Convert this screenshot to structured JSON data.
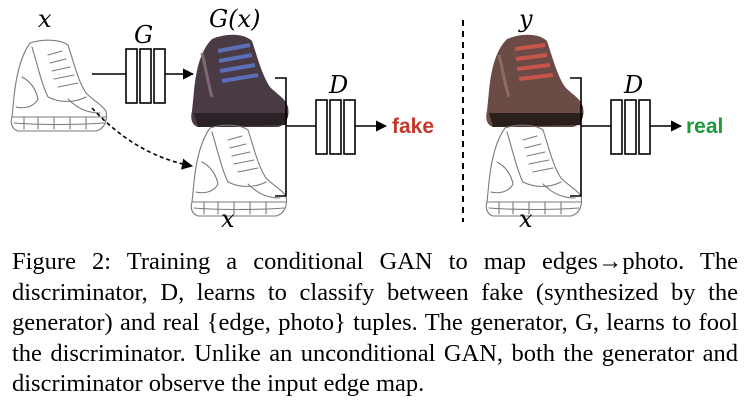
{
  "diagram": {
    "input_label": "x",
    "generator_label": "G",
    "generated_label": "G(x)",
    "discriminator_label": "D",
    "real_image_label": "y",
    "conditional_input_label": "x",
    "conditional_input_label_right": "x",
    "discriminator_label_right": "D",
    "fake_label": "fake",
    "real_label": "real",
    "colors": {
      "fake": "#c0392b",
      "real": "#1e9a3a",
      "generated_shoe": "#4a3a44",
      "real_shoe": "#6b4b45",
      "laces_generated": "#5b6fb8",
      "laces_real": "#c8554a"
    }
  },
  "caption": {
    "text": "Figure 2: Training a conditional GAN to map edges→photo. The discriminator, D, learns to classify between fake (synthesized by the generator) and real {edge, photo} tuples. The generator, G, learns to fool the discriminator. Unlike an unconditional GAN, both the generator and discriminator observe the input edge map."
  }
}
